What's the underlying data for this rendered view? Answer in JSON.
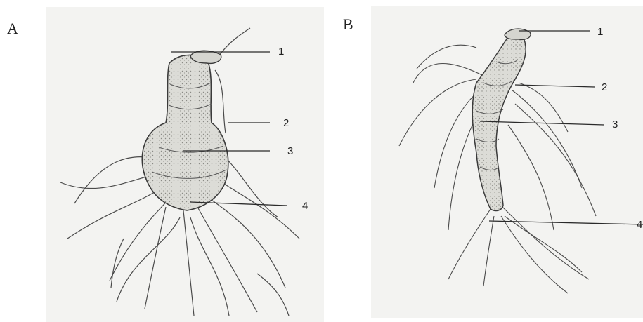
{
  "panels": [
    {
      "letter": "A",
      "callouts": [
        "1",
        "2",
        "3",
        "4"
      ]
    },
    {
      "letter": "B",
      "callouts": [
        "1",
        "2",
        "3",
        "4"
      ]
    }
  ],
  "colors": {
    "paper": "#f2f2f0",
    "ink": "#3a3a3a",
    "shade": "#c9c9c4"
  }
}
